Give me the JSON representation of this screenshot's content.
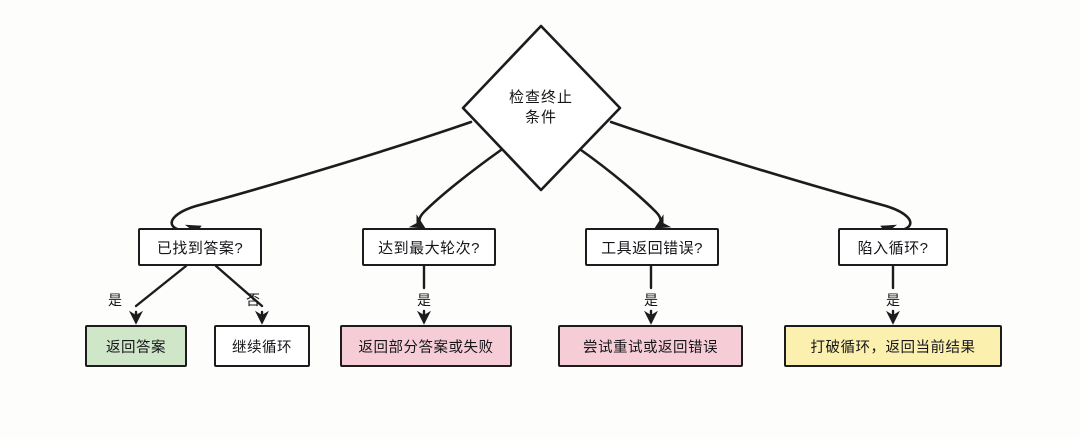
{
  "diagram": {
    "title_node": {
      "id": "check-termination",
      "shape": "diamond",
      "line1": "检查终止",
      "line2": "条件"
    },
    "conditions": [
      {
        "id": "found-answer",
        "label": "已找到答案?"
      },
      {
        "id": "max-rounds",
        "label": "达到最大轮次?"
      },
      {
        "id": "tool-error",
        "label": "工具返回错误?"
      },
      {
        "id": "stuck-loop",
        "label": "陷入循环?"
      }
    ],
    "results": [
      {
        "id": "return-answer",
        "label": "返回答案",
        "color": "#cfe6c9"
      },
      {
        "id": "continue-loop",
        "label": "继续循环",
        "color": "#ffffff"
      },
      {
        "id": "partial-or-fail",
        "label": "返回部分答案或失败",
        "color": "#f6cdd7"
      },
      {
        "id": "retry-or-error",
        "label": "尝试重试或返回错误",
        "color": "#f6cdd7"
      },
      {
        "id": "break-return-current",
        "label": "打破循环，返回当前结果",
        "color": "#fbf0ae"
      }
    ],
    "edge_labels": {
      "yes": "是",
      "no": "否"
    },
    "stroke_color": "#1c1c1e"
  }
}
